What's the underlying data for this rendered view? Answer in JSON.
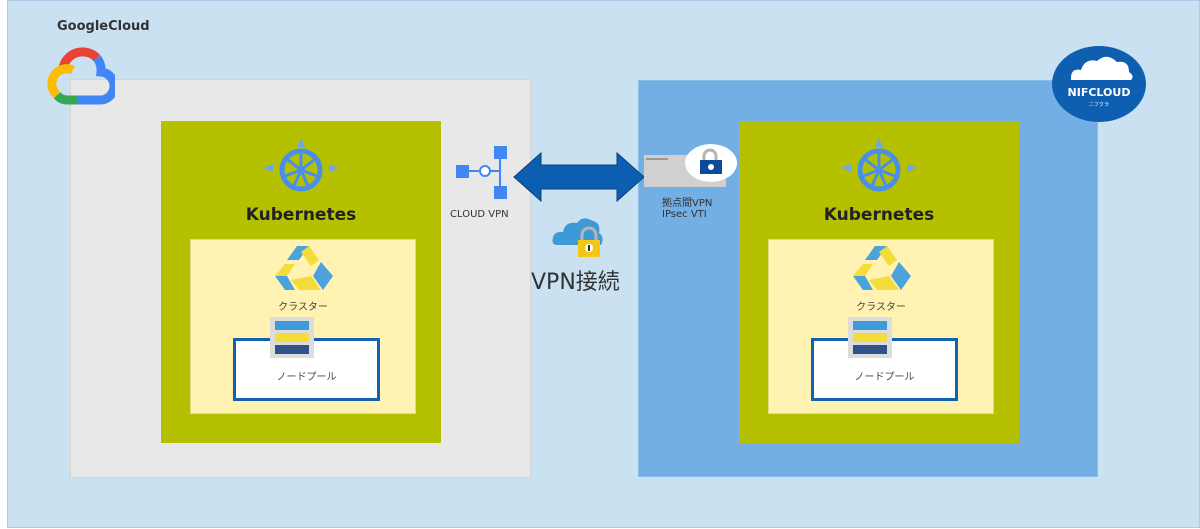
{
  "google_cloud": {
    "title": "GoogleCloud",
    "logo_icon": "google-cloud-logo-icon",
    "colors": {
      "red": "#ea4335",
      "blue": "#4285f4",
      "yellow": "#fbbc04",
      "green": "#34a853"
    }
  },
  "nifcloud": {
    "logo_text": "NIFCLOUD",
    "logo_subtext": "ニフクラ",
    "logo_color": "#0f5fb0"
  },
  "left_cluster": {
    "platform_label": "Kubernetes",
    "cluster_label": "クラスター",
    "nodepool_label": "ノードプール"
  },
  "right_cluster": {
    "platform_label": "Kubernetes",
    "cluster_label": "クラスター",
    "nodepool_label": "ノードプール"
  },
  "connection": {
    "cloud_vpn_label": "CLOUD VPN",
    "vpn_connection_label": "VPN接続",
    "nif_vpn_label_line1": "拠点間VPN",
    "nif_vpn_label_line2": "IPsec VTI",
    "arrow_color": "#0c5fb0"
  },
  "colors": {
    "background": "#cae1f1",
    "gcp_region": "#e8e8e8",
    "nif_region": "#73aee4",
    "kubernetes": "#b4c000",
    "cluster": "#fff2b3",
    "nodepool_border": "#1262b0",
    "k8s_icon": "#4a8fe7"
  }
}
